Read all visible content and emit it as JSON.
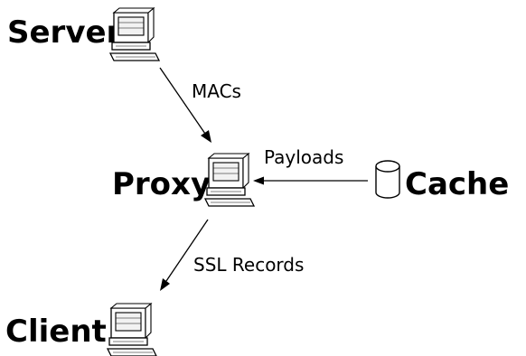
{
  "nodes": {
    "server": {
      "label": "Server",
      "icon": "computer-icon"
    },
    "proxy": {
      "label": "Proxy",
      "icon": "computer-icon"
    },
    "client": {
      "label": "Client",
      "icon": "computer-icon"
    },
    "cache": {
      "label": "Cache",
      "icon": "database-cylinder-icon"
    }
  },
  "edges": {
    "server_to_proxy": {
      "label": "MACs"
    },
    "cache_to_proxy": {
      "label": "Payloads"
    },
    "proxy_to_client": {
      "label": "SSL Records"
    }
  },
  "colors": {
    "stroke": "#000000",
    "background": "#ffffff",
    "screen": "#f2f2f2"
  }
}
